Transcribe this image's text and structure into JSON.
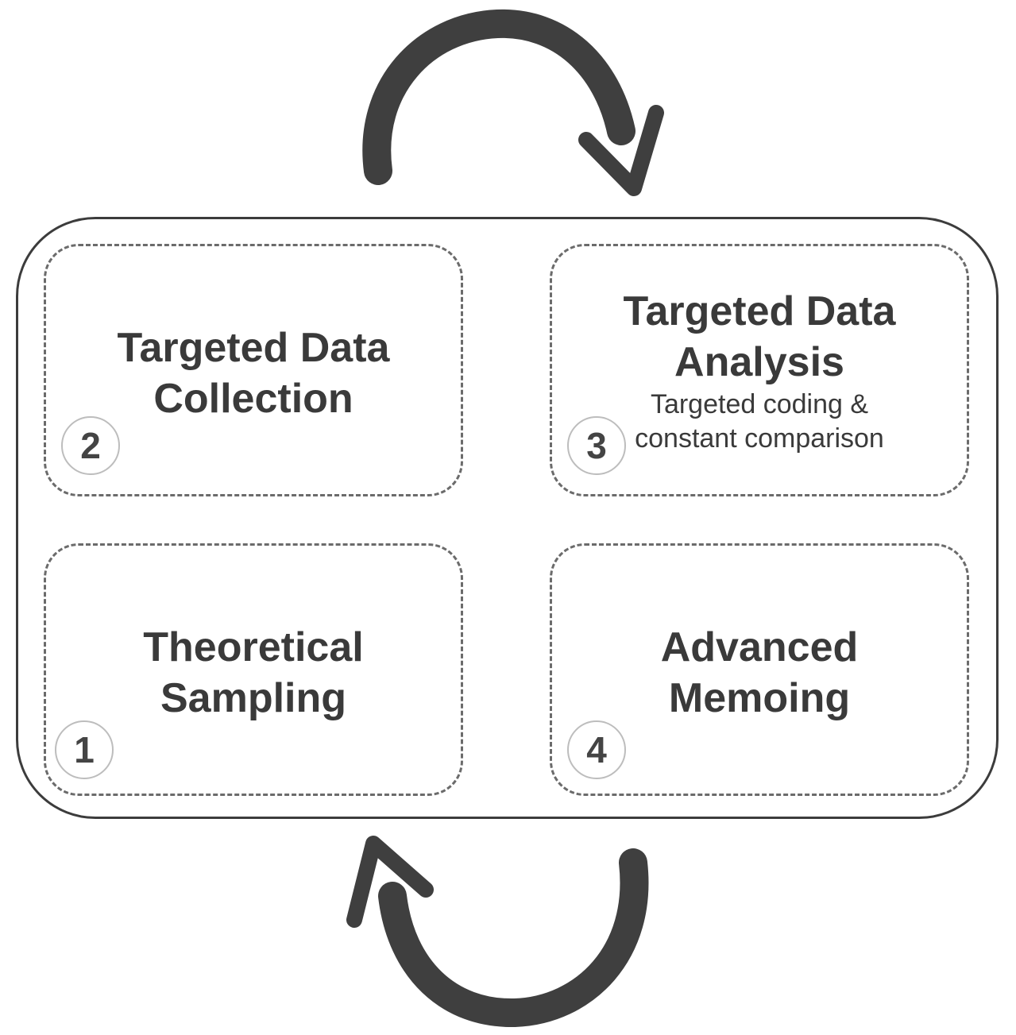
{
  "outer_frame": {
    "stroke_color": "#3c3c3c"
  },
  "cycle_arrows": {
    "color": "#3f3f3f",
    "top_arrow_icon": "clockwise-arc-arrow-icon",
    "bottom_arrow_icon": "clockwise-arc-arrow-icon"
  },
  "steps": {
    "collection": {
      "number": "2",
      "title_line1": "Targeted Data",
      "title_line2": "Collection"
    },
    "analysis": {
      "number": "3",
      "title_line1": "Targeted Data",
      "title_line2": "Analysis",
      "subtitle_line1": "Targeted coding &",
      "subtitle_line2": "constant comparison"
    },
    "sampling": {
      "number": "1",
      "title_line1": "Theoretical",
      "title_line2": "Sampling"
    },
    "memoing": {
      "number": "4",
      "title_line1": "Advanced",
      "title_line2": "Memoing"
    }
  }
}
